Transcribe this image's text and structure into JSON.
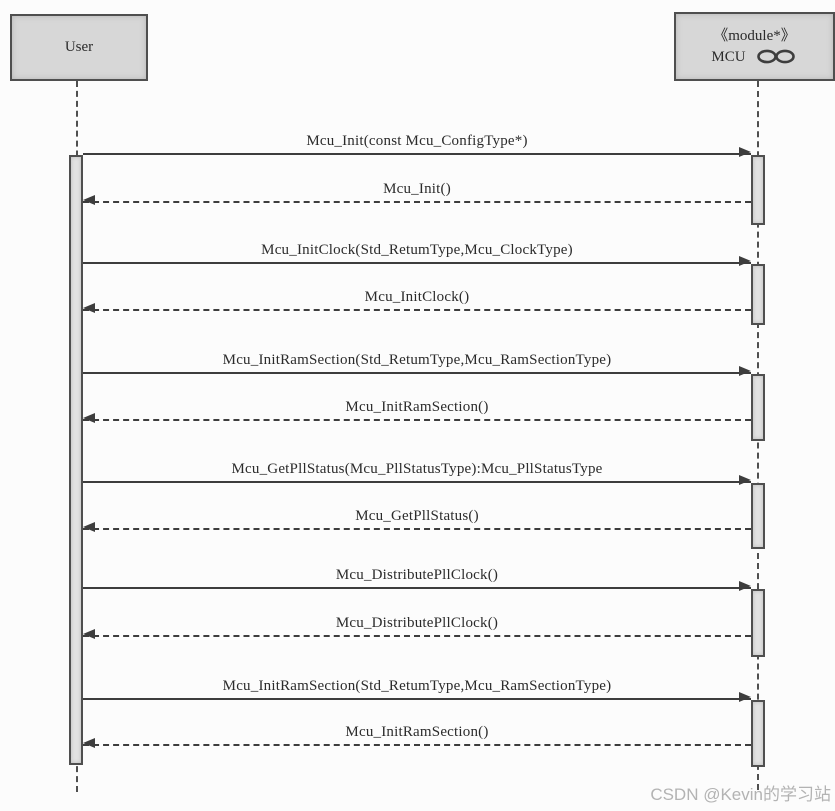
{
  "diagram": {
    "type": "uml-sequence",
    "actors": [
      {
        "name": "User"
      },
      {
        "stereotype": "《module*》",
        "name": "MCU",
        "icon": "linked-rings-icon"
      }
    ],
    "messages": [
      {
        "label": "Mcu_Init(const Mcu_ConfigType*)",
        "type": "call",
        "from": "User",
        "to": "MCU"
      },
      {
        "label": "Mcu_Init()",
        "type": "return",
        "from": "MCU",
        "to": "User"
      },
      {
        "label": "Mcu_InitClock(Std_RetumType,Mcu_ClockType)",
        "type": "call",
        "from": "User",
        "to": "MCU"
      },
      {
        "label": "Mcu_InitClock()",
        "type": "return",
        "from": "MCU",
        "to": "User"
      },
      {
        "label": "Mcu_InitRamSection(Std_RetumType,Mcu_RamSectionType)",
        "type": "call",
        "from": "User",
        "to": "MCU"
      },
      {
        "label": "Mcu_InitRamSection()",
        "type": "return",
        "from": "MCU",
        "to": "User"
      },
      {
        "label": "Mcu_GetPllStatus(Mcu_PllStatusType):Mcu_PllStatusType",
        "type": "call",
        "from": "User",
        "to": "MCU"
      },
      {
        "label": "Mcu_GetPllStatus()",
        "type": "return",
        "from": "MCU",
        "to": "User"
      },
      {
        "label": "Mcu_DistributePllClock()",
        "type": "call",
        "from": "User",
        "to": "MCU"
      },
      {
        "label": "Mcu_DistributePllClock()",
        "type": "return",
        "from": "MCU",
        "to": "User"
      },
      {
        "label": "Mcu_InitRamSection(Std_RetumType,Mcu_RamSectionType)",
        "type": "call",
        "from": "User",
        "to": "MCU"
      },
      {
        "label": "Mcu_InitRamSection()",
        "type": "return",
        "from": "MCU",
        "to": "User"
      }
    ],
    "colors": {
      "box_fill": "#d7d7d7",
      "box_border": "#4f4f4f",
      "line": "#3d3d3d",
      "activation_fill": "#e3e3e3",
      "watermark": "#b3b3b3"
    }
  },
  "watermark": "CSDN @Kevin的学习站"
}
